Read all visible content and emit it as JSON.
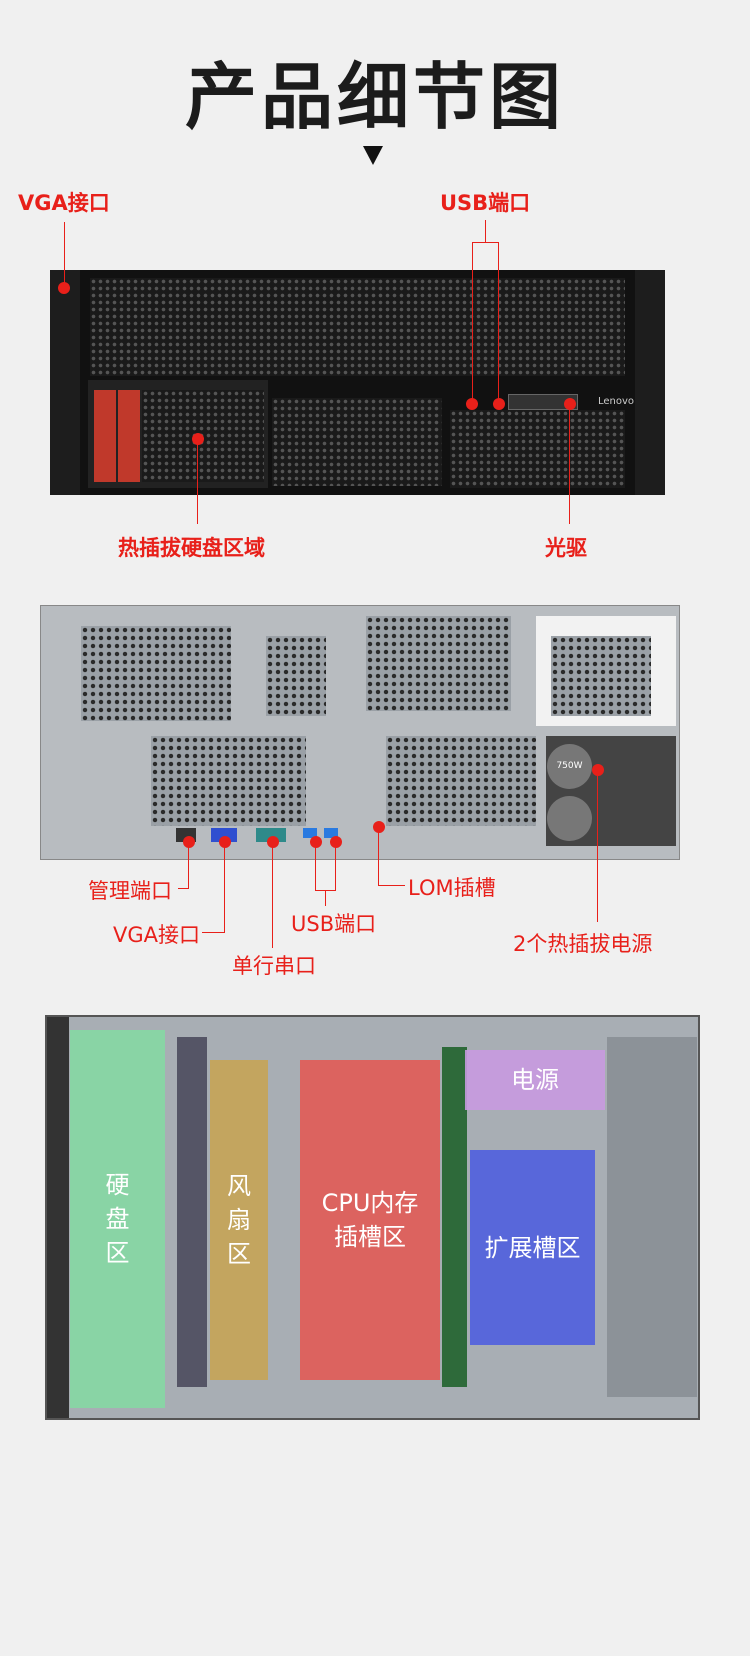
{
  "header": {
    "title": "产品细节图",
    "arrow_icon": "triangle-down-icon"
  },
  "front_view": {
    "labels": {
      "vga": "VGA接口",
      "usb": "USB端口",
      "drives": "热插拔硬盘区域",
      "optical": "光驱"
    },
    "brand": "Lenovo"
  },
  "rear_view": {
    "labels": {
      "mgmt": "管理端口",
      "vga": "VGA接口",
      "serial": "单行串口",
      "usb": "USB端口",
      "lom": "LOM插槽",
      "psu": "2个热插拔电源"
    },
    "psu_rating": "750W"
  },
  "top_view": {
    "zones": {
      "drives": "硬\n盘\n区",
      "fans": "风\n扇\n区",
      "cpu": "CPU内存\n插槽区",
      "power": "电源",
      "expansion": "扩展槽区"
    },
    "colors": {
      "drives": "#7fe0a0",
      "fans": "#c9a24a",
      "cpu": "#e8504a",
      "power": "#c89ae0",
      "expansion": "#4a5ae0"
    }
  },
  "colors": {
    "accent": "#e8201a",
    "background": "#f0f0f0"
  }
}
